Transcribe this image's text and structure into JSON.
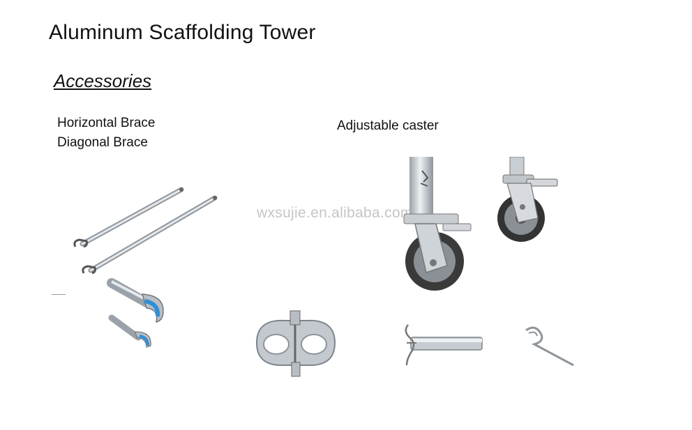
{
  "title": "Aluminum Scaffolding Tower",
  "subtitle": "Accessories",
  "labels": {
    "horizontal_brace": "Horizontal Brace",
    "diagonal_brace": "Diagonal Brace",
    "adjustable_caster": "Adjustable caster"
  },
  "watermark": "wxsujie.en.alibaba.com",
  "colors": {
    "background": "#ffffff",
    "clamp_accent": "#2f8fd8",
    "metal": "#c9ced3",
    "wheel": "#3a3a3a"
  },
  "images": [
    "brace-tubes-picture",
    "brace-hook-closeup-picture",
    "caster-large-picture",
    "caster-small-picture",
    "coupler-clamp-picture",
    "pin-picture",
    "r-clip-picture"
  ]
}
